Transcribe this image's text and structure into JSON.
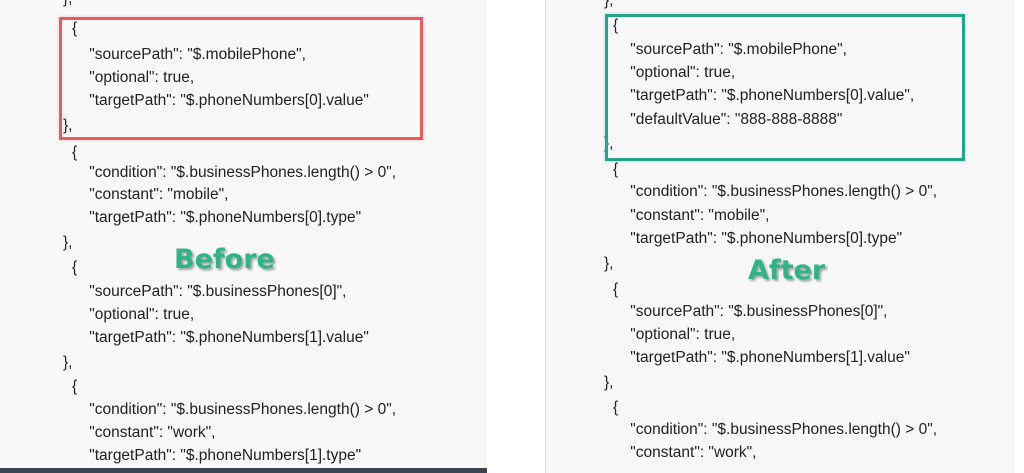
{
  "before": {
    "label": "Before",
    "highlight_color": "#ea5b5e",
    "lines": [
      "},",
      "{",
      "    \"sourcePath\": \"$.mobilePhone\",",
      "    \"optional\": true,",
      "    \"targetPath\": \"$.phoneNumbers[0].value\"",
      "},",
      "{",
      "    \"condition\": \"$.businessPhones.length() > 0\",",
      "    \"constant\": \"mobile\",",
      "    \"targetPath\": \"$.phoneNumbers[0].type\"",
      "},",
      "{",
      "    \"sourcePath\": \"$.businessPhones[0]\",",
      "    \"optional\": true,",
      "    \"targetPath\": \"$.phoneNumbers[1].value\"",
      "},",
      "{",
      "    \"condition\": \"$.businessPhones.length() > 0\",",
      "    \"constant\": \"work\",",
      "    \"targetPath\": \"$.phoneNumbers[1].type\""
    ]
  },
  "after": {
    "label": "After",
    "highlight_color": "#22a58b",
    "lines": [
      "},",
      "{",
      "    \"sourcePath\": \"$.mobilePhone\",",
      "    \"optional\": true,",
      "    \"targetPath\": \"$.phoneNumbers[0].value\",",
      "    \"defaultValue\": \"888-888-8888\"",
      "},",
      "{",
      "    \"condition\": \"$.businessPhones.length() > 0\",",
      "    \"constant\": \"mobile\",",
      "    \"targetPath\": \"$.phoneNumbers[0].type\"",
      "},",
      "{",
      "    \"sourcePath\": \"$.businessPhones[0]\",",
      "    \"optional\": true,",
      "    \"targetPath\": \"$.phoneNumbers[1].value\"",
      "},",
      "{",
      "    \"condition\": \"$.businessPhones.length() > 0\",",
      "    \"constant\": \"work\","
    ]
  }
}
